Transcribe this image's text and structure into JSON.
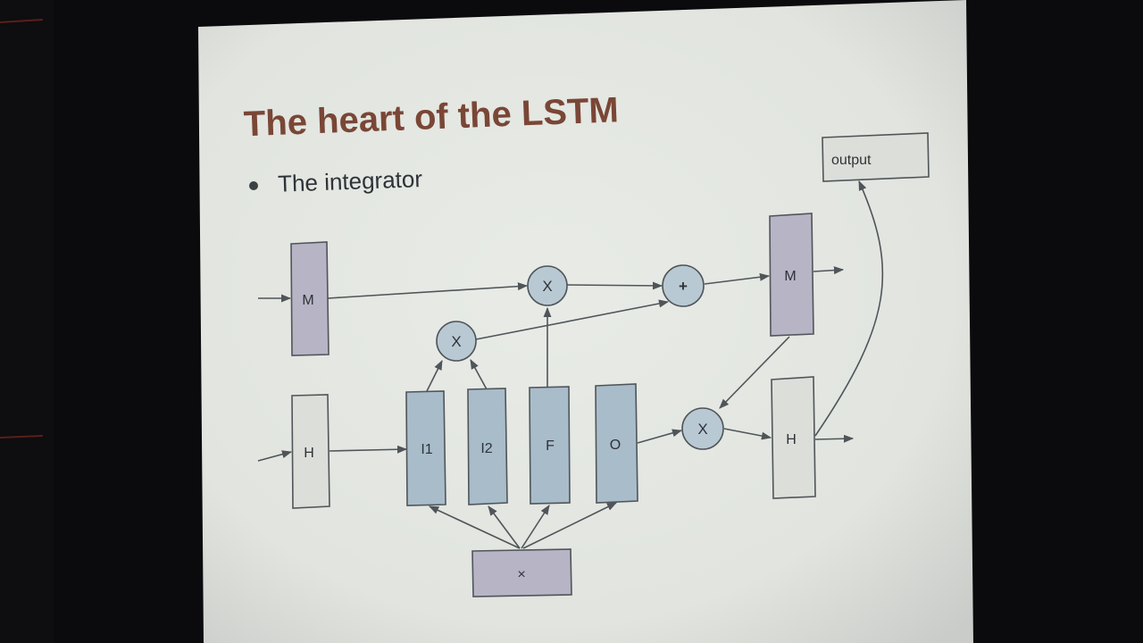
{
  "slide": {
    "title": "The heart of the LSTM",
    "bullet": "The integrator"
  },
  "diagram": {
    "nodes": {
      "m_in": "M",
      "h_in": "H",
      "i1": "I1",
      "i2": "I2",
      "f": "F",
      "o": "O",
      "x_in": "×",
      "m_out": "M",
      "h_out": "H",
      "output": "output"
    },
    "ops": {
      "mult_forget": "X",
      "mult_input": "X",
      "add": "+",
      "mult_output": "X"
    }
  },
  "colors": {
    "slide_background": "#e4e7e3",
    "title": "#7a4636",
    "purple_box": "#b7b4c6",
    "blue_box": "#a9bcca",
    "plain_box": "#dcdfd9",
    "circle": "#b9c9d3",
    "stroke": "#4f5559"
  }
}
